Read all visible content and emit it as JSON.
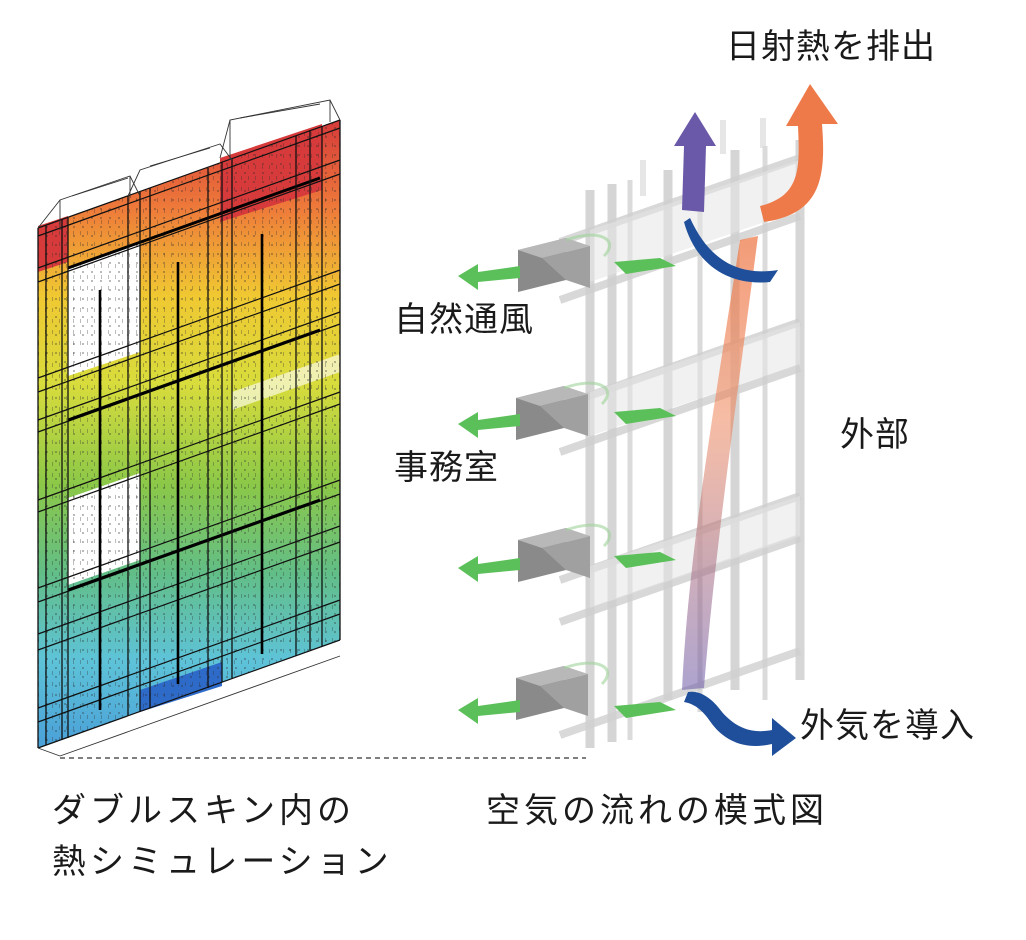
{
  "labels": {
    "exhaust_heat": "日射熱を排出",
    "natural_ventilation": "自然通風",
    "office": "事務室",
    "exterior": "外部",
    "intake_air": "外気を導入"
  },
  "captions": {
    "left_line1": "ダブルスキン内の",
    "left_line2": "熱シミュレーション",
    "right": "空気の流れの模式図"
  },
  "colors": {
    "hot": "#d63a3a",
    "warm": "#f0c832",
    "mid": "#7cc24a",
    "cool": "#5ec3d8",
    "coolest": "#3a78c8",
    "green_arrow": "#5cc05a",
    "exhaust_arrow": "#ee7a4a",
    "purple_arrow": "#6a58a8",
    "intake_arrow": "#1f4f9a"
  }
}
